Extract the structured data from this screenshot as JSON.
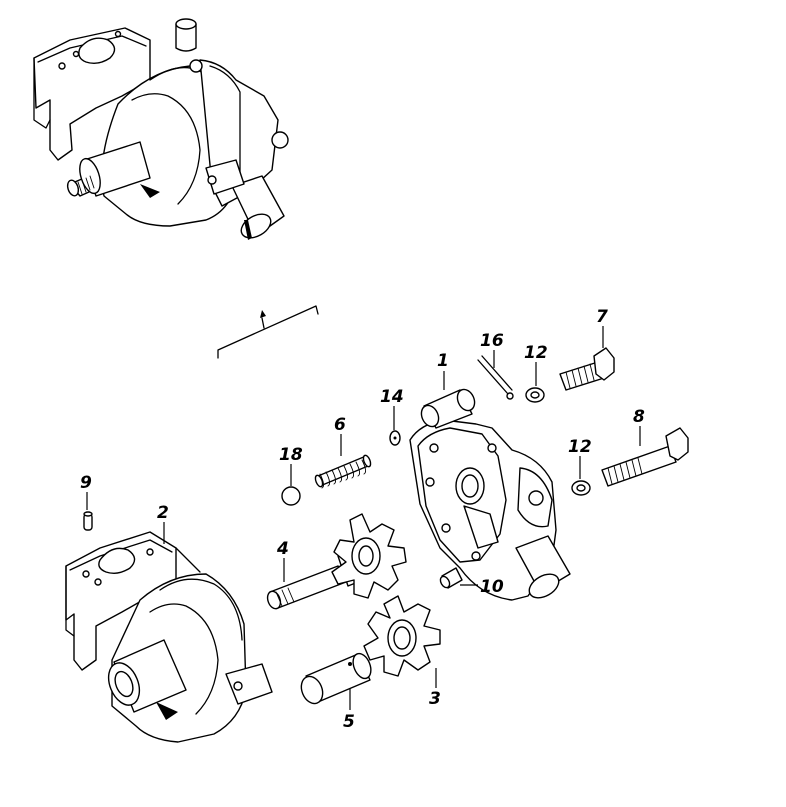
{
  "callouts": [
    {
      "id": "1",
      "label": "1"
    },
    {
      "id": "2",
      "label": "2"
    },
    {
      "id": "3",
      "label": "3"
    },
    {
      "id": "4",
      "label": "4"
    },
    {
      "id": "5",
      "label": "5"
    },
    {
      "id": "6",
      "label": "6"
    },
    {
      "id": "7",
      "label": "7"
    },
    {
      "id": "8",
      "label": "8"
    },
    {
      "id": "9",
      "label": "9"
    },
    {
      "id": "10",
      "label": "10"
    },
    {
      "id": "12a",
      "label": "12"
    },
    {
      "id": "12b",
      "label": "12"
    },
    {
      "id": "14",
      "label": "14"
    },
    {
      "id": "16",
      "label": "16"
    },
    {
      "id": "18",
      "label": "18"
    }
  ],
  "colors": {
    "line": "#000000",
    "background": "#ffffff"
  }
}
